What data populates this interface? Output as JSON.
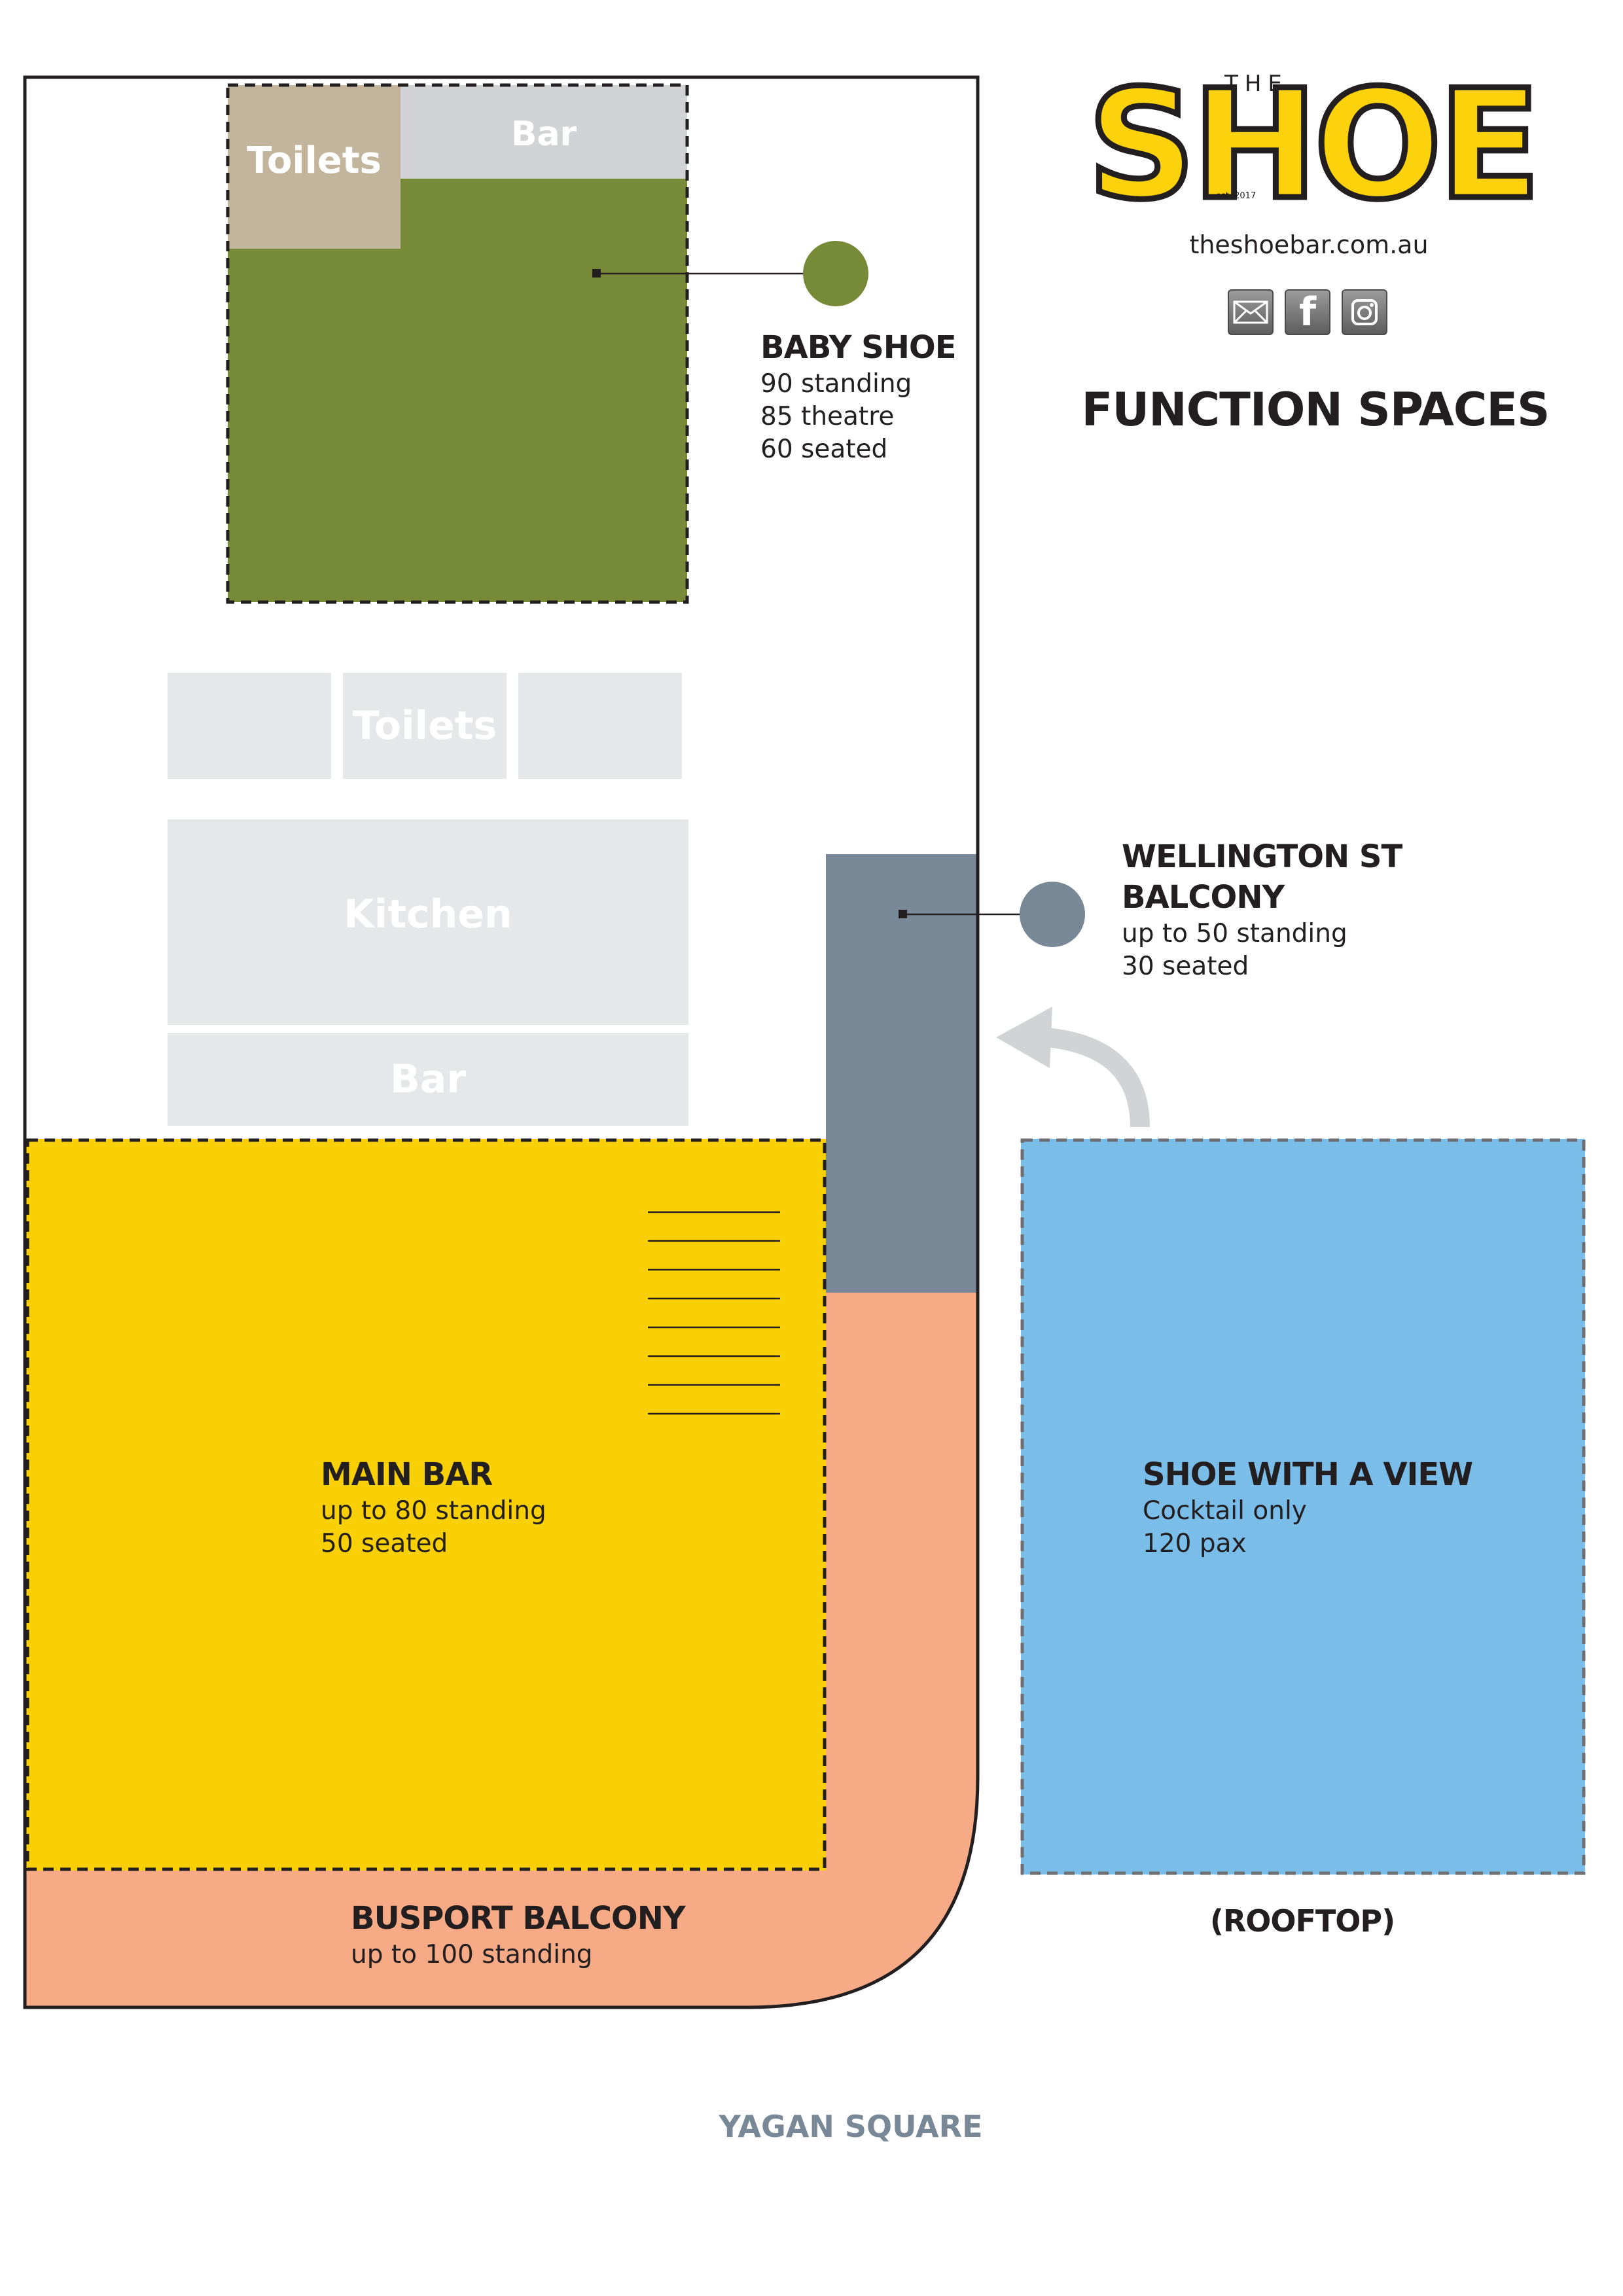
{
  "brand": {
    "the": "THE",
    "name": "SHOE",
    "est": "est. 2017",
    "website": "theshoebar.com.au"
  },
  "social": [
    "email-icon",
    "facebook-icon",
    "instagram-icon"
  ],
  "title": "FUNCTION SPACES",
  "rooms": {
    "baby_shoe": {
      "name": "BABY SHOE",
      "lines": [
        "90 standing",
        "85 theatre",
        "60 seated"
      ],
      "color": "#778a37"
    },
    "wellington": {
      "name_1": "WELLINGTON ST",
      "name_2": "BALCONY",
      "lines": [
        "up to 50 standing",
        "30 seated"
      ],
      "color": "#788896"
    },
    "main_bar": {
      "name": "MAIN BAR",
      "lines": [
        "up to 80 standing",
        "50 seated"
      ],
      "color": "#f9cf05"
    },
    "shoe_view": {
      "name": "SHOE WITH A VIEW",
      "lines": [
        "Cocktail only",
        "120 pax"
      ],
      "note": "(ROOFTOP)",
      "color": "#7abde9"
    },
    "busport": {
      "name": "BUSPORT BALCONY",
      "lines": [
        "up to 100 standing"
      ],
      "color": "#f6ab86"
    }
  },
  "facilities": {
    "top_toilets": "Toilets",
    "top_bar": "Bar",
    "mid_toilets": "Toilets",
    "kitchen": "Kitchen",
    "mid_bar": "Bar"
  },
  "street": "YAGAN SQUARE"
}
